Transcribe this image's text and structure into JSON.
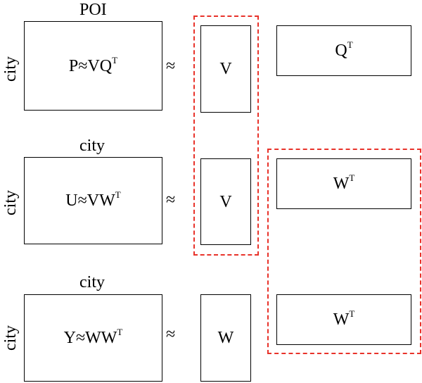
{
  "rows": [
    {
      "top_label": "POI",
      "left_label": "city",
      "matrix_base": "P≈VQ",
      "matrix_sup": "T",
      "approx": "≈",
      "factor_left": "V",
      "factor_right_base": "Q",
      "factor_right_sup": "T"
    },
    {
      "top_label": "city",
      "left_label": "city",
      "matrix_base": "U≈VW",
      "matrix_sup": "T",
      "approx": "≈",
      "factor_left": "V",
      "factor_right_base": "W",
      "factor_right_sup": "T"
    },
    {
      "top_label": "city",
      "left_label": "city",
      "matrix_base": "Y≈WW",
      "matrix_sup": "T",
      "approx": "≈",
      "factor_left": "W",
      "factor_right_base": "W",
      "factor_right_sup": "T"
    }
  ],
  "colors": {
    "dashed_group": "#e8322a",
    "stroke": "#000000"
  }
}
